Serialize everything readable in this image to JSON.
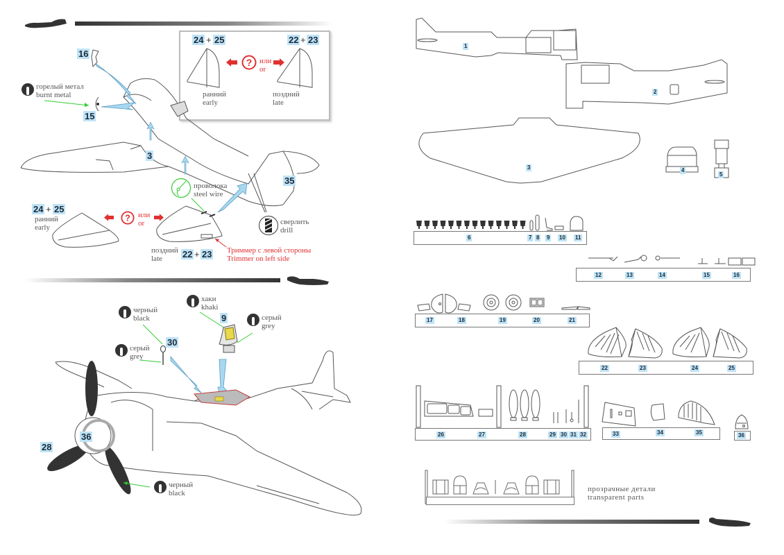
{
  "page_left": {
    "top_panel": {
      "callouts": {
        "part16": "16",
        "part15": "15",
        "part3": "3",
        "part35": "35"
      },
      "paint_burnt_metal": {
        "ru": "горелый метал",
        "en": "burnt metal"
      },
      "steel_wire": {
        "ru": "проволока",
        "en": "steel wire"
      },
      "drill": {
        "ru": "сверлить",
        "en": "drill"
      },
      "inset": {
        "early_parts": [
          "24",
          "25"
        ],
        "late_parts": [
          "22",
          "23"
        ],
        "plus": "+",
        "or_ru": "или",
        "or_en": "or",
        "early_ru": "ранний",
        "early_en": "early",
        "late_ru": "поздний",
        "late_en": "late"
      },
      "stabilizer": {
        "early_parts": [
          "24",
          "25"
        ],
        "late_parts": [
          "22",
          "23"
        ],
        "plus": "+",
        "or_ru": "или",
        "or_en": "or",
        "early_ru": "ранний",
        "early_en": "early",
        "late_ru": "поздний",
        "late_en": "late",
        "trimmer_ru": "Триммер с левой стороны",
        "trimmer_en": "Trimmer  on left side"
      }
    },
    "bottom_panel": {
      "callouts": {
        "part9": "9",
        "part30": "30",
        "part28": "28",
        "part36": "36"
      },
      "paint_black_top": {
        "ru": "черный",
        "en": "black"
      },
      "paint_grey_left": {
        "ru": "серый",
        "en": "grey"
      },
      "paint_khaki": {
        "ru": "хаки",
        "en": "khaki"
      },
      "paint_grey_right": {
        "ru": "серый",
        "en": "grey"
      },
      "paint_black_prop": {
        "ru": "черный",
        "en": "black"
      }
    }
  },
  "page_right": {
    "fuselage_parts": [
      "1",
      "2"
    ],
    "wing_part": "3",
    "small_parts": [
      "4",
      "5"
    ],
    "sprue_a": {
      "labels": [
        "6",
        "7",
        "8",
        "9",
        "10",
        "11"
      ]
    },
    "sprue_b": {
      "labels": [
        "12",
        "13",
        "14",
        "15",
        "16"
      ]
    },
    "sprue_c": {
      "labels": [
        "17",
        "18",
        "19",
        "20",
        "21"
      ]
    },
    "sprue_d": {
      "labels": [
        "22",
        "23",
        "24",
        "25"
      ]
    },
    "sprue_e": {
      "labels": [
        "26",
        "27",
        "28",
        "29",
        "30",
        "31",
        "32"
      ]
    },
    "sprue_f": {
      "labels": [
        "33",
        "34",
        "35"
      ]
    },
    "part36": "36",
    "transparent": {
      "ru": "прозрачные детали",
      "en": "transparent  parts"
    }
  },
  "colors": {
    "callout_bg": "#bfe3f5",
    "arrow_blue": "#a8d8f0",
    "leader_green": "#33cc33",
    "accent_red": "#e03030",
    "line_grey": "#555555"
  }
}
